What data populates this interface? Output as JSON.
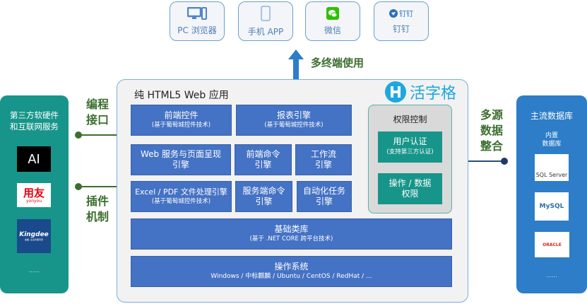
{
  "terminals": [
    {
      "label": "PC 浏览器",
      "icon": "pc-monitor-icon"
    },
    {
      "label": "手机 APP",
      "icon": "mobile-phone-icon"
    },
    {
      "label": "微信",
      "icon": "wechat-icon"
    },
    {
      "label": "钉钉",
      "icon": "dingtalk-icon",
      "icon_text": "钉钉"
    }
  ],
  "multi_terminal_label": "多终端使用",
  "main": {
    "title": "纯 HTML5 Web 应用",
    "brand": "活字格",
    "blocks": {
      "frontend_controls": {
        "title": "前端控件",
        "sub": "(基于葡萄城控件技术)"
      },
      "report_engine": {
        "title": "报表引擎",
        "sub": "(基于葡萄城控件技术)"
      },
      "web_service": {
        "title": "Web 服务与页面呈现",
        "title2": "引擎"
      },
      "frontend_command": {
        "title": "前端命令",
        "title2": "引擎"
      },
      "workflow": {
        "title": "工作流",
        "title2": "引擎"
      },
      "excel_pdf": {
        "title": "Excel / PDF 文件处理引擎",
        "sub": "(基于葡萄城控件技术)"
      },
      "server_command": {
        "title": "服务端命令",
        "title2": "引擎"
      },
      "automation": {
        "title": "自动化任务",
        "title2": "引擎"
      },
      "base_library": {
        "title": "基础类库",
        "sub": "(基于 .NET CORE 跨平台技术)"
      },
      "os": {
        "title": "操作系统",
        "sub": "Windows / 中标麒麟 / Ubuntu / CentOS / RedHat / ..."
      }
    },
    "permission": {
      "title": "权限控制",
      "auth": {
        "title": "用户认证",
        "sub": "(支持第三方认证)"
      },
      "data": {
        "title": "操作 / 数据",
        "title2": "权限"
      }
    }
  },
  "left": {
    "title1": "第三方软硬件",
    "title2": "和互联网服务",
    "logos": {
      "ai": "AI",
      "yonyou": "用友",
      "yonyou_sub": "yonyou",
      "kingdee": "Kingdee",
      "kingdee_sub": "金蝶, 企业管理专家"
    },
    "more": "......",
    "api_label1": "编程",
    "api_label2": "接口",
    "plugin_label1": "插件",
    "plugin_label2": "机制"
  },
  "right": {
    "title": "主流数据库",
    "builtin1": "内置",
    "builtin2": "数据库",
    "logos": {
      "sqlserver": "SQL Server",
      "mysql": "MySQL",
      "oracle": "ORACLE"
    },
    "more": "......",
    "label1": "多源",
    "label2": "数据",
    "label3": "整合"
  },
  "colors": {
    "teal": "#17958a",
    "blue_panel": "#2e7dc8",
    "block": "#4472c4",
    "label_green": "#3c6e2f"
  }
}
